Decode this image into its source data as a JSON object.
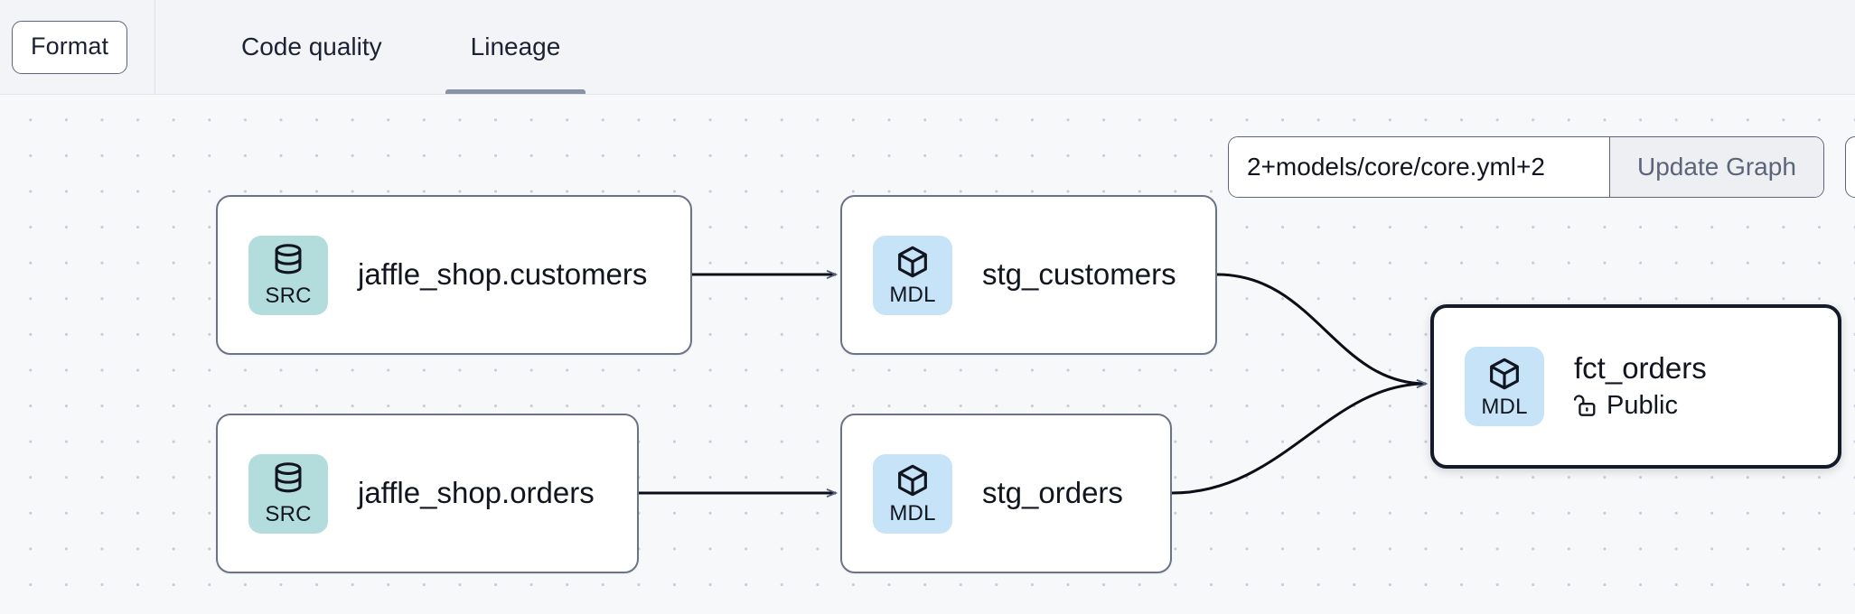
{
  "toolbar": {
    "format_label": "Format",
    "tabs": [
      {
        "label": "Code quality",
        "active": false
      },
      {
        "label": "Lineage",
        "active": true
      }
    ]
  },
  "graph_controls": {
    "selector_value": "2+models/core/core.yml+2",
    "selector_placeholder": "2+models/core/core.yml+2",
    "update_button_label": "Update Graph"
  },
  "lineage": {
    "nodes": [
      {
        "id": "jaffle_shop_customers",
        "badge_type": "SRC",
        "badge_icon": "database-icon",
        "title": "jaffle_shop.customers",
        "subtitle": "",
        "selected": false
      },
      {
        "id": "jaffle_shop_orders",
        "badge_type": "SRC",
        "badge_icon": "database-icon",
        "title": "jaffle_shop.orders",
        "subtitle": "",
        "selected": false
      },
      {
        "id": "stg_customers",
        "badge_type": "MDL",
        "badge_icon": "cube-icon",
        "title": "stg_customers",
        "subtitle": "",
        "selected": false
      },
      {
        "id": "stg_orders",
        "badge_type": "MDL",
        "badge_icon": "cube-icon",
        "title": "stg_orders",
        "subtitle": "",
        "selected": false
      },
      {
        "id": "fct_orders",
        "badge_type": "MDL",
        "badge_icon": "cube-icon",
        "title": "fct_orders",
        "subtitle": "Public",
        "subtitle_icon": "unlock-icon",
        "selected": true
      }
    ],
    "edges": [
      {
        "from": "jaffle_shop_customers",
        "to": "stg_customers"
      },
      {
        "from": "jaffle_shop_orders",
        "to": "stg_orders"
      },
      {
        "from": "stg_customers",
        "to": "fct_orders"
      },
      {
        "from": "stg_orders",
        "to": "fct_orders"
      }
    ]
  },
  "colors": {
    "source_badge": "#B3DDDC",
    "model_badge": "#C6E3F8",
    "canvas_background": "#F7F8FA",
    "toolbar_background": "#F2F4F7",
    "node_border": "#6B7487",
    "selected_node_border": "#141A29",
    "active_tab_underline": "#8A93A5",
    "edge_stroke": "#000000"
  }
}
